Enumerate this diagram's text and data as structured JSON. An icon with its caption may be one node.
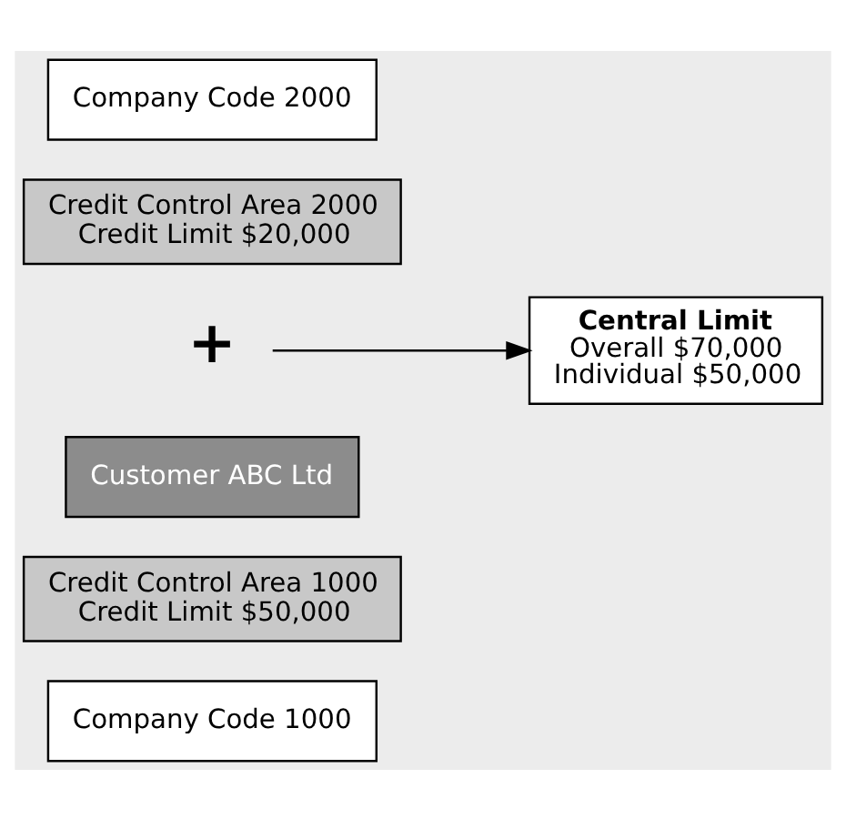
{
  "diagram": {
    "nodes": [
      {
        "text": [
          "Company Code 1000"
        ]
      },
      {
        "text": [
          "Credit Control Area 1000",
          "Credit Limit $50,000"
        ]
      },
      {
        "text": [
          "Customer ABC Ltd"
        ]
      },
      {
        "text": [
          "+"
        ]
      },
      {
        "text": [
          "Credit Control Area 2000",
          "Credit Limit $20,000"
        ]
      },
      {
        "text": [
          "Company Code 2000"
        ]
      },
      {
        "text": [
          "Central Limit",
          "Overall $70,000",
          "Individual $50,000"
        ]
      }
    ],
    "edges": [
      {
        "from": 3,
        "to": 6,
        "arrow": "to"
      }
    ]
  }
}
